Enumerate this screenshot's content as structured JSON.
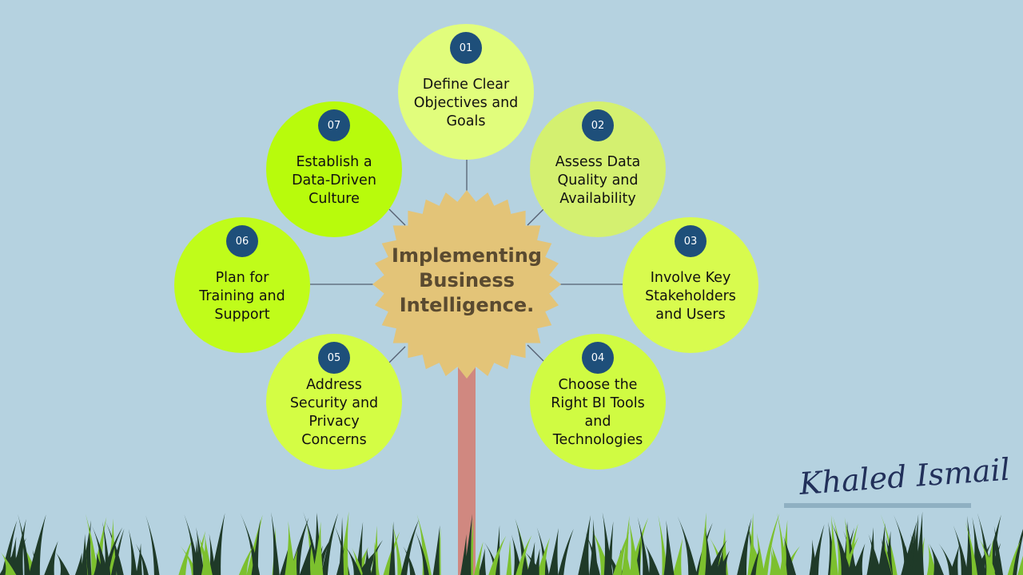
{
  "center": {
    "title": "Implementing Business Intelligence."
  },
  "nodes": [
    {
      "number": "01",
      "label": "Define Clear Objectives and Goals",
      "color": "#e1fd7c"
    },
    {
      "number": "02",
      "label": "Assess Data Quality and Availability",
      "color": "#d4f070"
    },
    {
      "number": "03",
      "label": "Involve Key Stakeholders and Users",
      "color": "#d8fb4e"
    },
    {
      "number": "04",
      "label": "Choose the Right BI Tools and Technologies",
      "color": "#d0fb42"
    },
    {
      "number": "05",
      "label": "Address Security and Privacy Concerns",
      "color": "#d4fd44"
    },
    {
      "number": "06",
      "label": "Plan for Training and Support",
      "color": "#c0fc1a"
    },
    {
      "number": "07",
      "label": "Establish a Data-Driven Culture",
      "color": "#b8fb0c"
    }
  ],
  "signature": {
    "text": "Khaled Ismail"
  },
  "colors": {
    "background": "#b5d2e0",
    "center_fill": "#e3c478",
    "stem": "#d08880",
    "number_badge": "#1e4f7a",
    "connector": "#556070",
    "grass_dark": "#1f3a28",
    "grass_light": "#7cc02e"
  }
}
